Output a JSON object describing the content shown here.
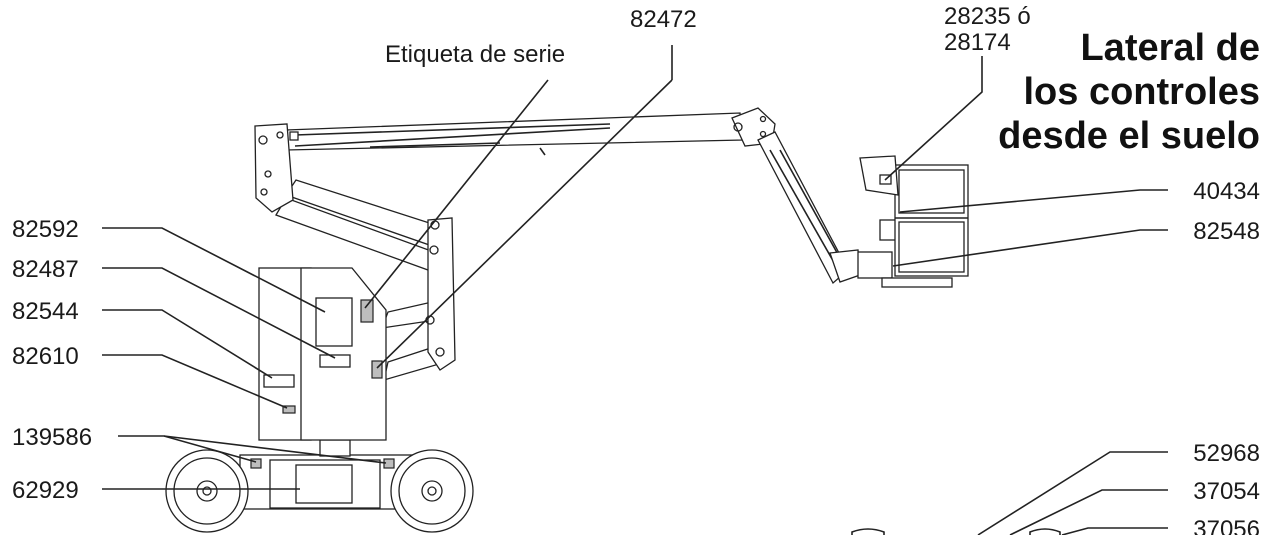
{
  "title": {
    "lines": [
      "Lateral de",
      "los controles",
      "desde el suelo"
    ]
  },
  "labels": {
    "etiqueta_serie": "Etiqueta de serie",
    "l82472": "82472",
    "l28235_line1": "28235 ó",
    "l28235_line2": "28174",
    "l40434": "40434",
    "l82548": "82548",
    "l82592": "82592",
    "l82487": "82487",
    "l82544": "82544",
    "l82610": "82610",
    "l139586": "139586",
    "l62929": "62929",
    "l52968": "52968",
    "l37054": "37054",
    "l37056": "37056"
  },
  "colors": {
    "line": "#222222",
    "decal_fill": "#bdbdbd",
    "background": "#ffffff"
  }
}
